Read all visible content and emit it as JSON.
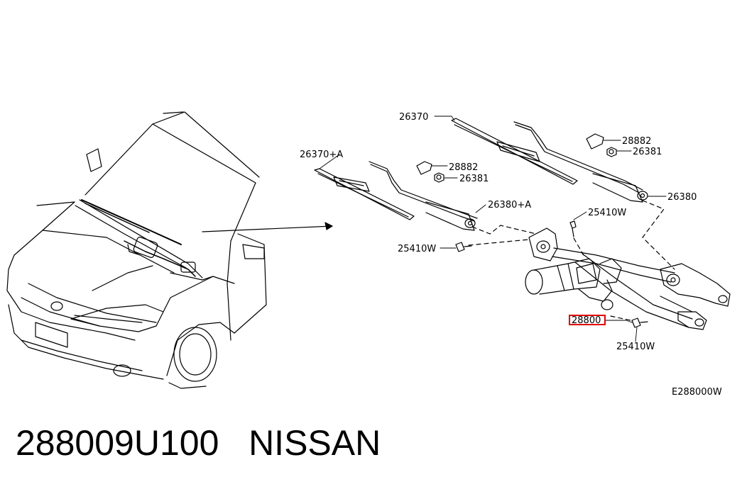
{
  "labels": {
    "blade_right": "26370",
    "blade_left": "26370+A",
    "cap_right": "28882",
    "nut_right": "26381",
    "cap_left": "28882",
    "nut_left": "26381",
    "arm_left": "26380+A",
    "arm_right": "26380",
    "bolt_top": "25410W",
    "bolt_left": "25410W",
    "bolt_bottom": "25410W",
    "linkage": "28800",
    "diagram_code": "E288000W"
  },
  "footer": {
    "part_number": "288009U100",
    "brand": "NISSAN"
  },
  "colors": {
    "line": "#000000",
    "highlight": "#e00000"
  }
}
